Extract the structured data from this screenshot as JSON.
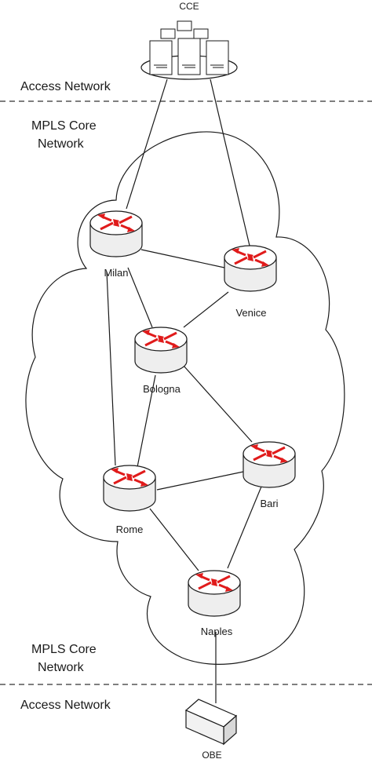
{
  "sections": {
    "access_top": "Access Network",
    "core_top_line1": "MPLS Core",
    "core_top_line2": "Network",
    "core_bottom_line1": "MPLS Core",
    "core_bottom_line2": "Network",
    "access_bottom": "Access Network"
  },
  "nodes": {
    "cce": "CCE",
    "milan": "Milan",
    "venice": "Venice",
    "bologna": "Bologna",
    "bari": "Bari",
    "rome": "Rome",
    "naples": "Naples",
    "obe": "OBE"
  },
  "links": [
    [
      "CCE",
      "Milan"
    ],
    [
      "CCE",
      "Venice"
    ],
    [
      "Milan",
      "Venice"
    ],
    [
      "Milan",
      "Bologna"
    ],
    [
      "Milan",
      "Rome"
    ],
    [
      "Venice",
      "Bologna"
    ],
    [
      "Bologna",
      "Rome"
    ],
    [
      "Bologna",
      "Bari"
    ],
    [
      "Rome",
      "Bari"
    ],
    [
      "Rome",
      "Naples"
    ],
    [
      "Bari",
      "Naples"
    ],
    [
      "Naples",
      "OBE"
    ]
  ],
  "colors": {
    "line": "#1a1a1a",
    "router_body": "#f2f2f2",
    "router_top": "#ffffff",
    "router_arrows": "#e01b1b",
    "dashed_separator": "#333333"
  },
  "icons": {
    "router": "router-icon",
    "server": "server-cluster-icon",
    "box": "network-box-icon"
  }
}
